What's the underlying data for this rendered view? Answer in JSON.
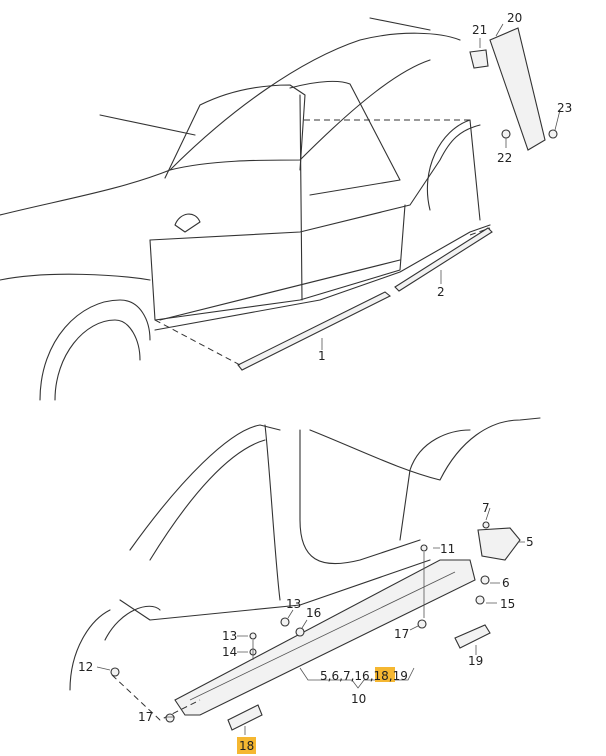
{
  "diagram": {
    "top_view": {
      "callouts": [
        "20",
        "21",
        "23",
        "22",
        "2",
        "1"
      ]
    },
    "bottom_view": {
      "callouts": [
        "7",
        "5",
        "11",
        "6",
        "15",
        "13",
        "16",
        "13",
        "14",
        "17",
        "12",
        "19",
        "17",
        "18"
      ],
      "group_list": {
        "items": [
          "5",
          "6",
          "7",
          "16",
          "18",
          "19"
        ],
        "separator": ",",
        "label": "10"
      },
      "highlight_color": "#f5b731",
      "highlighted_part": "18"
    }
  }
}
